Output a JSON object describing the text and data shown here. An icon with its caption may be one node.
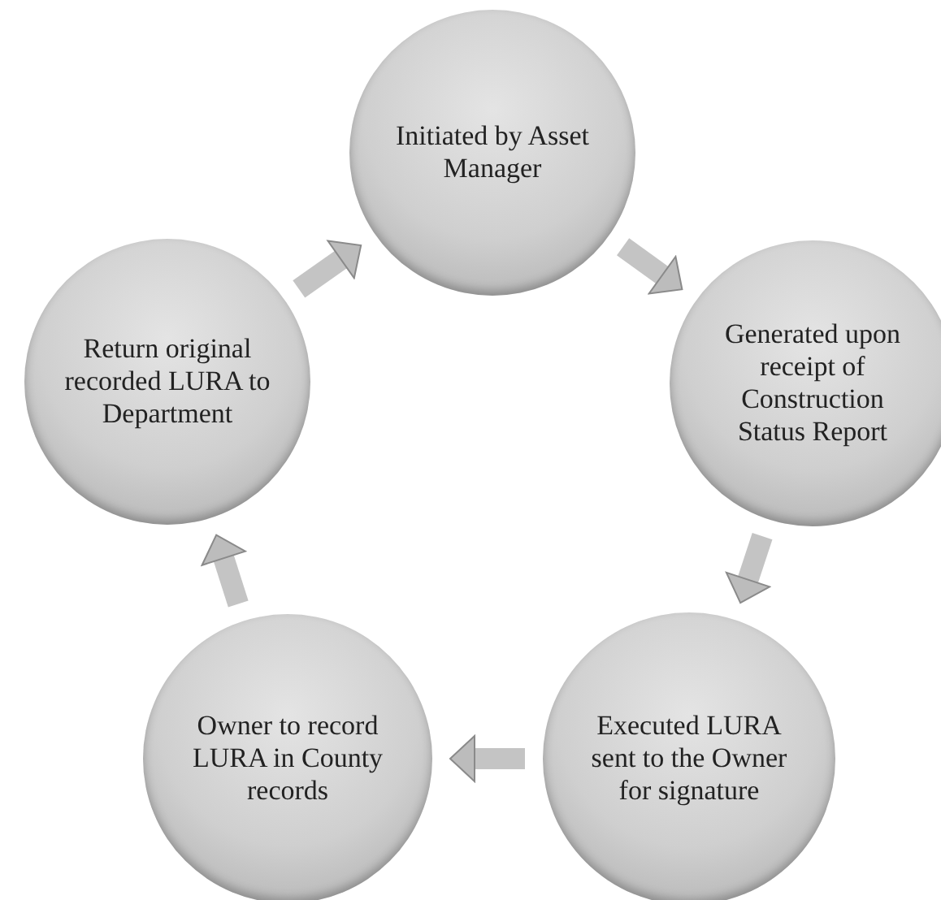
{
  "diagram": {
    "nodes": [
      {
        "text": [
          "Initiated by Asset Manager"
        ]
      },
      {
        "text": [
          "Generated upon receipt of Construction Status Report"
        ]
      },
      {
        "text": [
          "Executed LURA sent to the Owner for signature"
        ]
      },
      {
        "text": [
          "Owner to record LURA in County records"
        ]
      },
      {
        "text": [
          "Return original recorded LURA to Department"
        ]
      }
    ],
    "edges": [
      {
        "from": 0,
        "to": 1,
        "arrow": "to"
      },
      {
        "from": 1,
        "to": 2,
        "arrow": "to"
      },
      {
        "from": 2,
        "to": 3,
        "arrow": "to"
      },
      {
        "from": 3,
        "to": 4,
        "arrow": "to"
      },
      {
        "from": 4,
        "to": 0,
        "arrow": "to"
      }
    ]
  }
}
